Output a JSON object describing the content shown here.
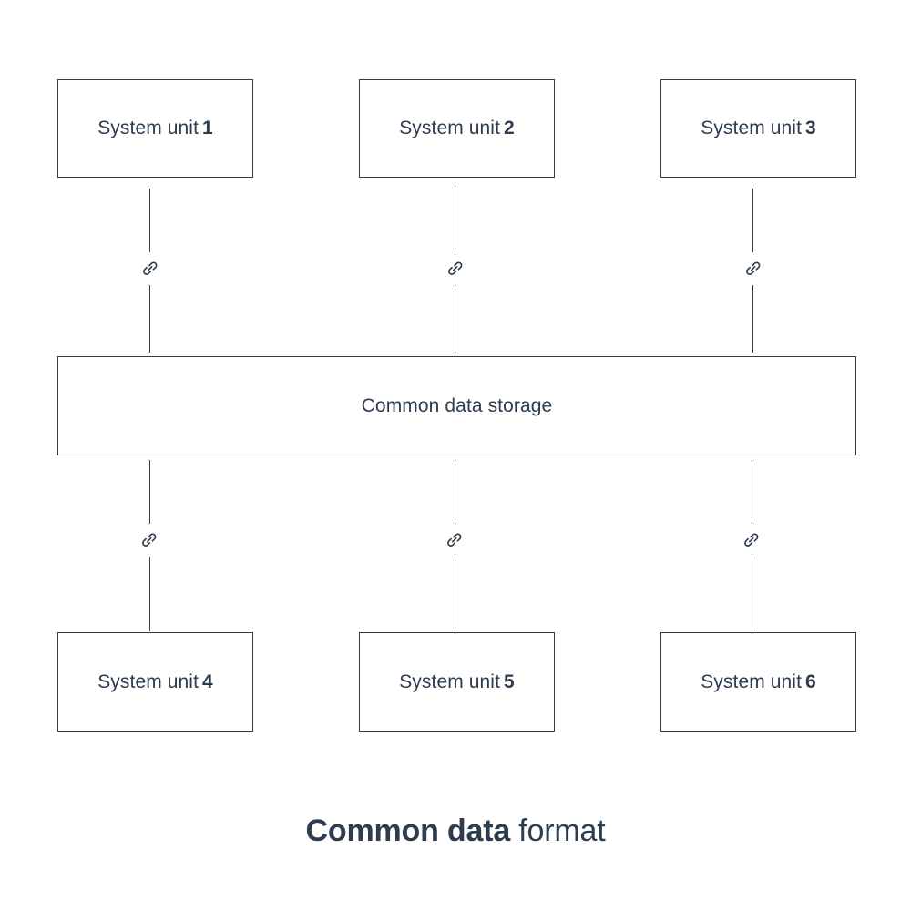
{
  "diagram": {
    "caption": {
      "bold_text": "Common data",
      "regular_text": "format"
    },
    "storage": {
      "label": "Common data storage"
    },
    "units_top": [
      {
        "prefix": "System unit",
        "number": "1"
      },
      {
        "prefix": "System unit",
        "number": "2"
      },
      {
        "prefix": "System unit",
        "number": "3"
      }
    ],
    "units_bottom": [
      {
        "prefix": "System unit",
        "number": "4"
      },
      {
        "prefix": "System unit",
        "number": "5"
      },
      {
        "prefix": "System unit",
        "number": "6"
      }
    ],
    "connectors": [
      {
        "icon": "link-icon"
      },
      {
        "icon": "link-icon"
      },
      {
        "icon": "link-icon"
      },
      {
        "icon": "link-icon"
      },
      {
        "icon": "link-icon"
      },
      {
        "icon": "link-icon"
      }
    ],
    "colors": {
      "stroke": "#2d3c4e",
      "text": "#2d3c4e",
      "background": "#ffffff"
    }
  }
}
